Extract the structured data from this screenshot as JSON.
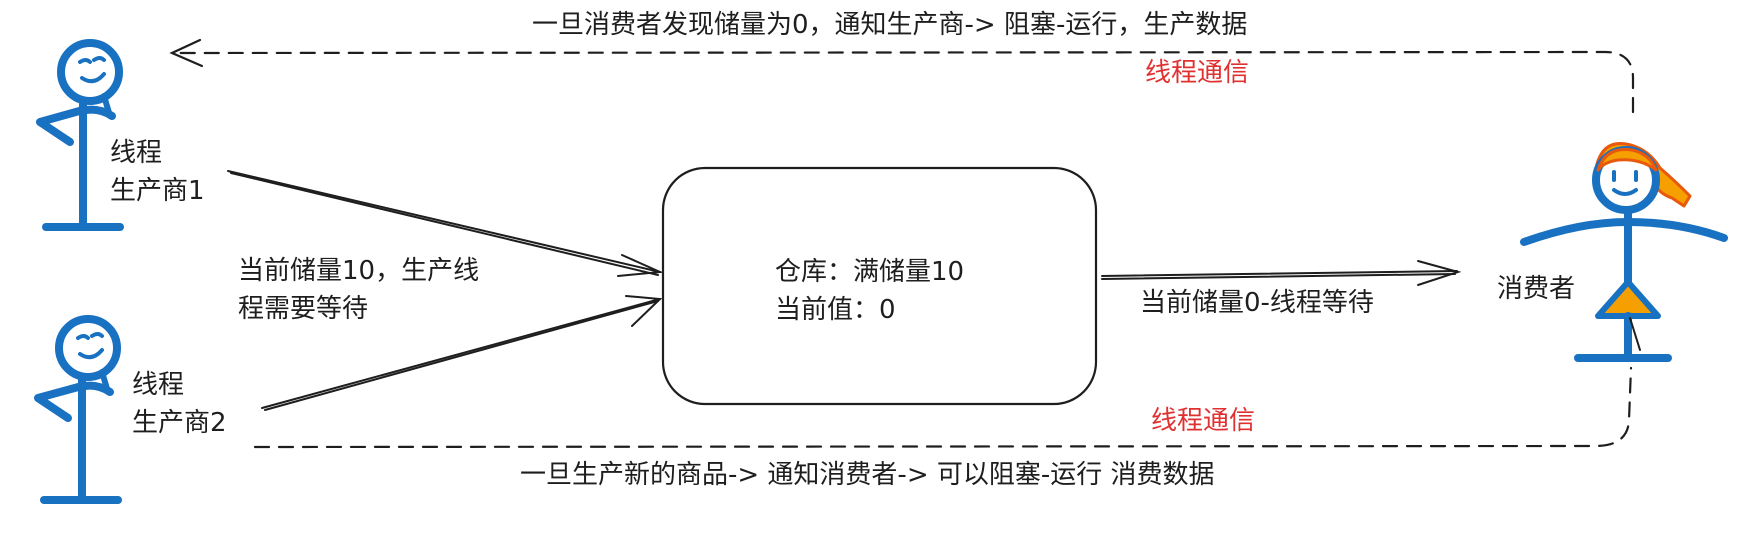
{
  "colors": {
    "stroke": "#1e1e1e",
    "person": "#1971c2",
    "hair_skirt": "#f59f00",
    "accent_red": "#e03131",
    "background": "#ffffff"
  },
  "top_message": "一旦消费者发现储量为0，通知生产商-> 阻塞-运行，生产数据",
  "top_channel": "线程通信",
  "bottom_message": "一旦生产新的商品-> 通知消费者-> 可以阻塞-运行 消费数据",
  "bottom_channel": "线程通信",
  "producer1": {
    "line1": "线程",
    "line2": "生产商1"
  },
  "producer2": {
    "line1": "线程",
    "line2": "生产商2"
  },
  "producer_note": {
    "line1": "当前储量10，生产线",
    "line2": "程需要等待"
  },
  "warehouse": {
    "line1": "仓库：满储量10",
    "line2": "当前值：0"
  },
  "consumer_note": "当前储量0-线程等待",
  "consumer_label": "消费者"
}
